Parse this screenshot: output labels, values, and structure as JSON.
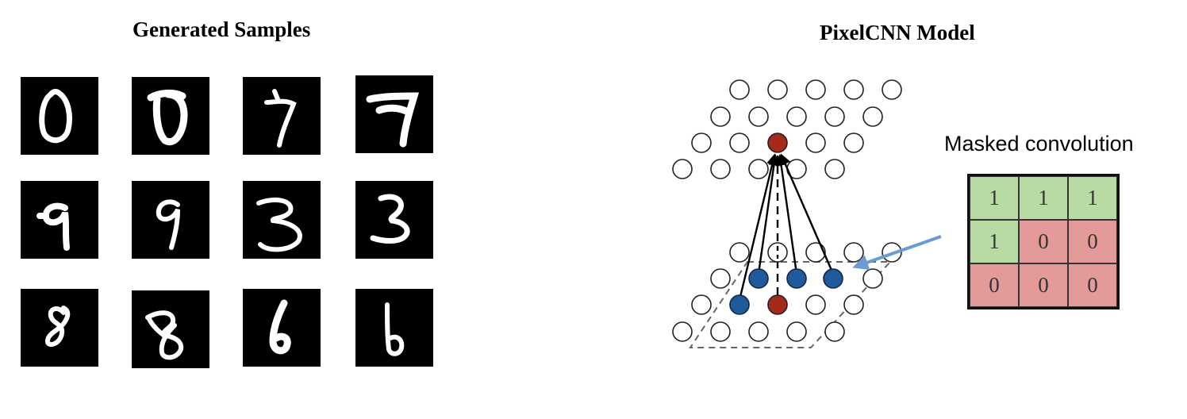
{
  "left_panel": {
    "title": "Generated Samples",
    "samples": [
      {
        "icon": "digit-0"
      },
      {
        "icon": "digit-0"
      },
      {
        "icon": "digit-7"
      },
      {
        "icon": "digit-7"
      },
      {
        "icon": "digit-9"
      },
      {
        "icon": "digit-9"
      },
      {
        "icon": "digit-3"
      },
      {
        "icon": "digit-3"
      },
      {
        "icon": "digit-8"
      },
      {
        "icon": "digit-8"
      },
      {
        "icon": "digit-6"
      },
      {
        "icon": "digit-6"
      }
    ]
  },
  "right_panel": {
    "title": "PixelCNN Model",
    "mask_label": "Masked convolution",
    "mask": [
      [
        "1",
        "1",
        "1"
      ],
      [
        "1",
        "0",
        "0"
      ],
      [
        "0",
        "0",
        "0"
      ]
    ],
    "colors": {
      "target_pixel": "#a52a1a",
      "context_pixel": "#1f5a9a",
      "mask_on": "#b8dba3",
      "mask_off": "#e59a9a",
      "pointer_arrow": "#6a9bd1"
    }
  }
}
